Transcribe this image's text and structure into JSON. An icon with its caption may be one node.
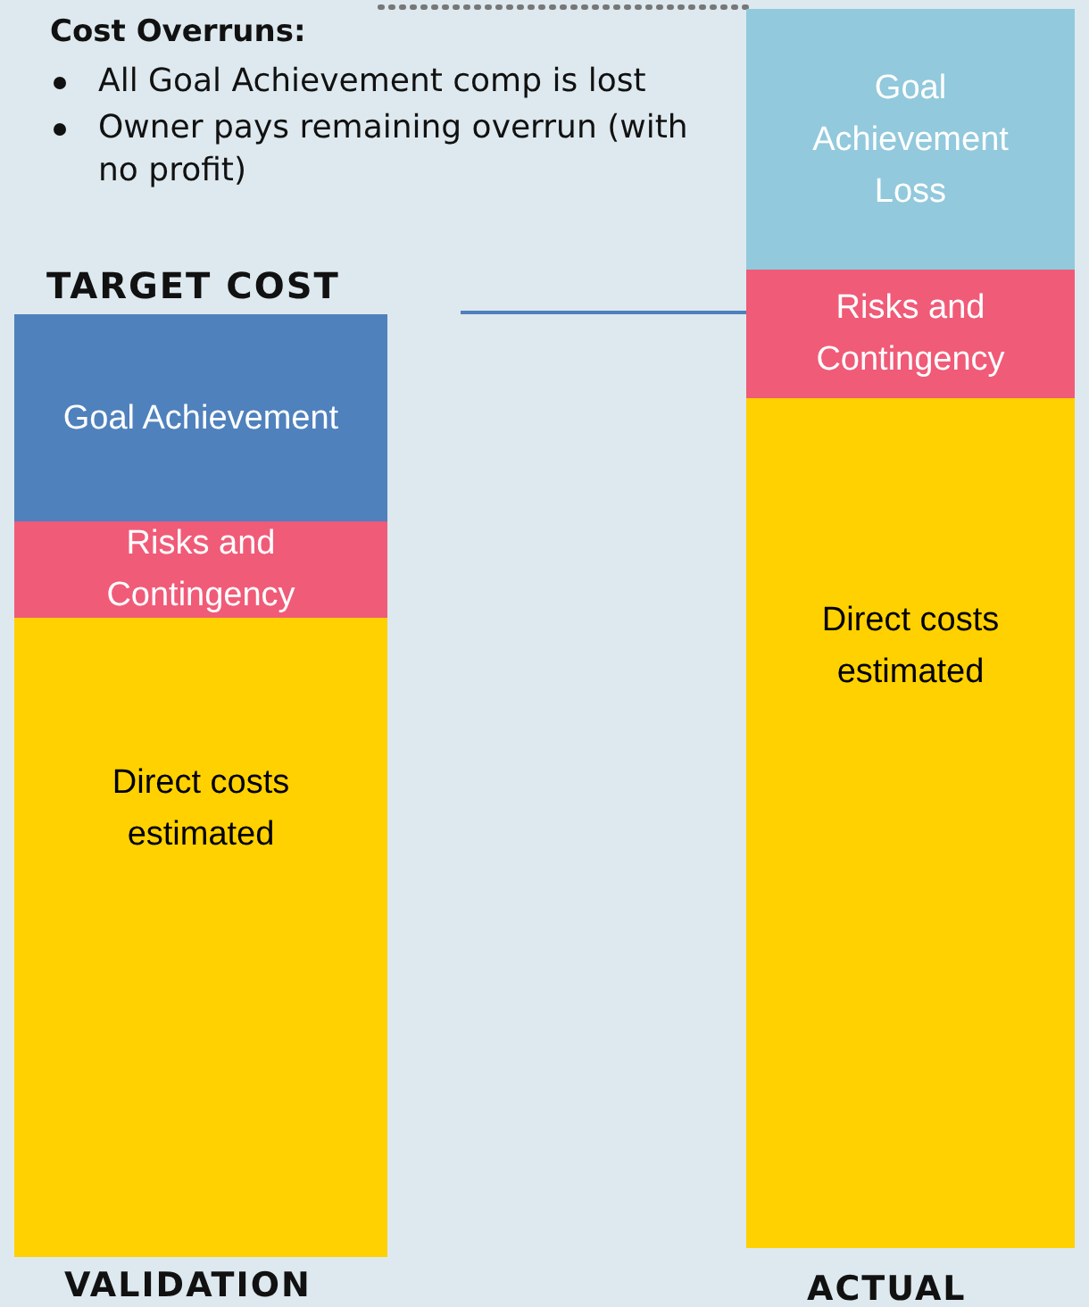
{
  "diagram": {
    "nodes": [
      {
        "text": [
          "Goal Achievement"
        ]
      },
      {
        "text": [
          "Risks and Contingency"
        ]
      },
      {
        "text": [
          "Direct costs estimated"
        ]
      },
      {
        "text": [
          "Goal Achievement Loss"
        ]
      },
      {
        "text": [
          "Risks and Contingency"
        ]
      },
      {
        "text": [
          "Direct costs estimated"
        ]
      }
    ],
    "edges": [],
    "labels": [
      "Cost Overruns:",
      "All Goal Achievement comp is lost",
      "Owner pays remaining overrun (with no profit)",
      "TARGET COST",
      "VALIDATION",
      "ACTUAL"
    ]
  }
}
